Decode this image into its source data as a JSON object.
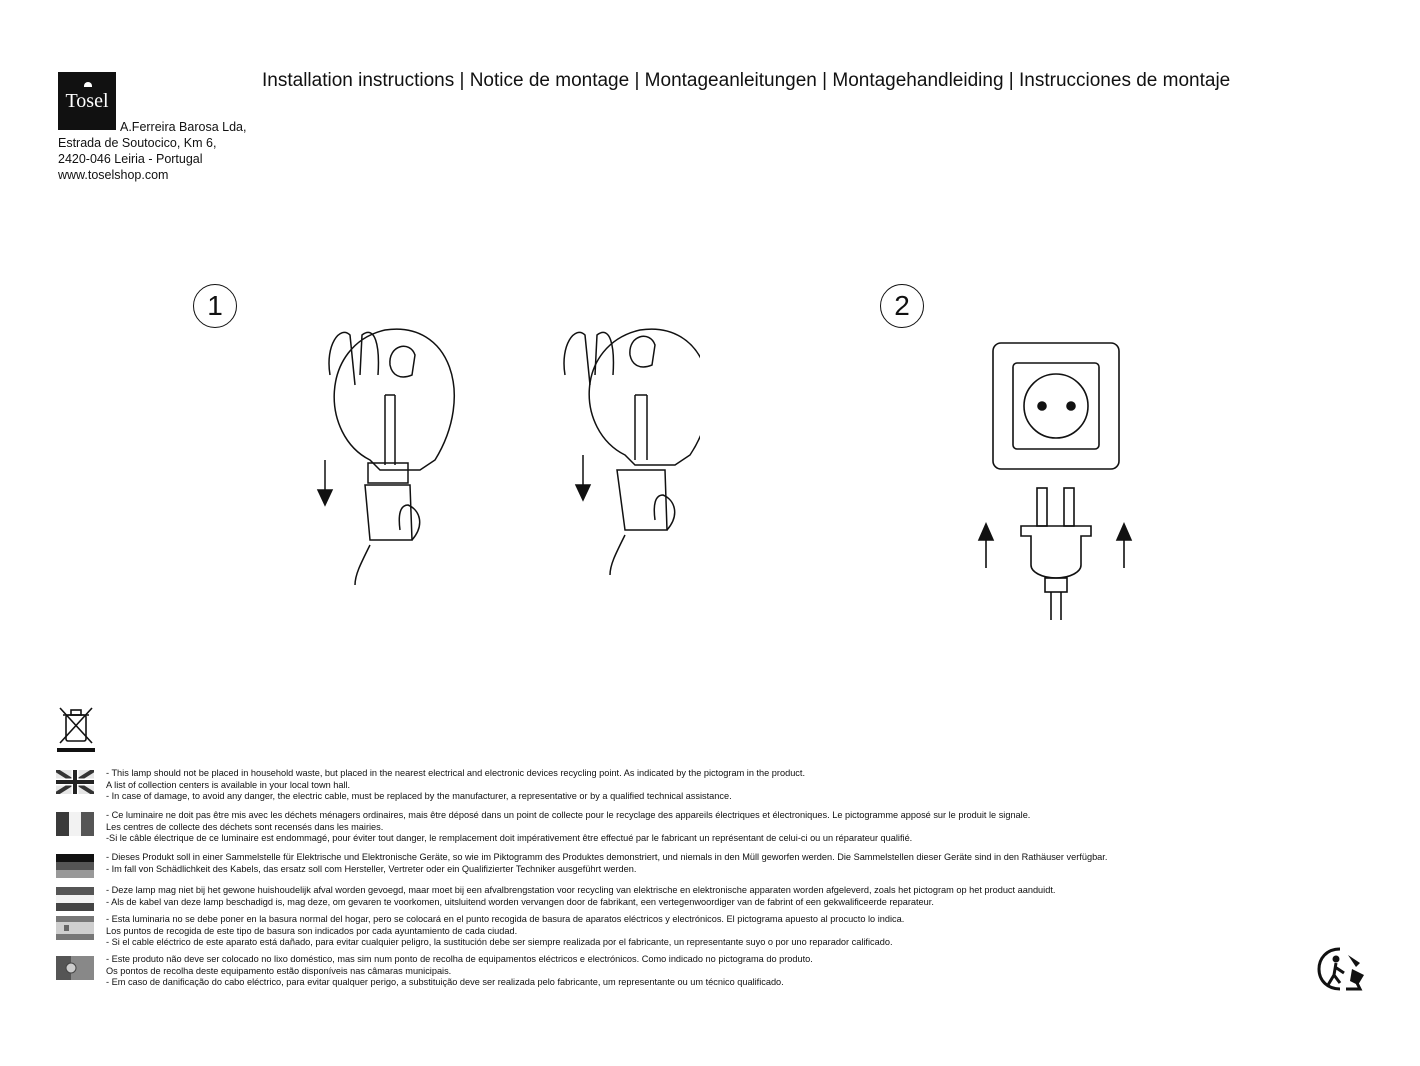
{
  "company": {
    "logo_text": "Tosel",
    "name": "A.Ferreira Barosa Lda,",
    "street": "Estrada de Soutocico, Km 6,",
    "city": "2420-046 Leiria - Portugal",
    "website": "www.toselshop.com"
  },
  "title": "Installation instructions | Notice de montage | Montageanleitungen | Montagehandleiding | Instrucciones de montaje",
  "steps": [
    {
      "number": "1",
      "illustration": "bulb-screw-in-illustration"
    },
    {
      "number": "2",
      "illustration": "plug-into-socket-illustration"
    }
  ],
  "icons": {
    "weee": "crossed-out-bin-icon",
    "recycle": "recycling-person-icon"
  },
  "languages": [
    {
      "flag": "uk-flag-icon",
      "lines": [
        "- This lamp should not be placed in household waste, but placed in the nearest electrical and electronic devices recycling point. As indicated by the pictogram in the product.",
        "A list of collection centers is available in your local town hall.",
        "- In case of damage, to avoid any danger, the electric cable, must be replaced by the manufacturer, a representative or by a qualified technical assistance."
      ]
    },
    {
      "flag": "france-flag-icon",
      "lines": [
        "- Ce luminaire ne doit pas être mis avec les déchets ménagers ordinaires, mais être déposé dans un point de collecte pour le recyclage des appareils électriques et électroniques. Le pictogramme apposé sur le produit le signale.",
        "Les centres de collecte des déchets sont recensés dans les mairies.",
        "-Si le câble électrique de ce luminaire est endommagé, pour éviter tout danger, le remplacement doit impérativement être effectué par le fabricant un représentant de celui-ci ou un réparateur qualifié."
      ]
    },
    {
      "flag": "germany-flag-icon",
      "lines": [
        "- Dieses Produkt soll in einer Sammelstelle für Elektrische und Elektronische Geräte, so wie im Piktogramm des Produktes demonstriert, und niemals in den Müll geworfen werden. Die Sammelstellen dieser Geräte sind in den Rathäuser verfügbar.",
        "- Im fall von Schädlichkeit des Kabels, das ersatz soll com Hersteller, Vertreter oder ein Qualifizierter Techniker ausgeführt werden."
      ]
    },
    {
      "flag": "netherlands-flag-icon",
      "lines": [
        "- Deze lamp mag niet bij het gewone huishoudelijk afval worden gevoegd, maar moet bij een afvalbrengstation voor recycling van elektrische en elektronische apparaten worden afgeleverd, zoals het pictogram op het product aanduidt.",
        "- Als de kabel van deze lamp beschadigd is, mag deze, om gevaren te voorkomen, uitsluitend worden vervangen door de fabrikant, een vertegenwoordiger van de fabrint of een gekwalificeerde reparateur."
      ]
    },
    {
      "flag": "spain-flag-icon",
      "lines": [
        "- Esta luminaria no se debe poner en la basura normal del hogar, pero se colocará en el punto recogida de basura de aparatos eléctricos y electrónicos. El pictograma apuesto al procucto lo indica.",
        "Los puntos de recogida de este tipo de basura son indicados por cada ayuntamiento de cada ciudad.",
        "- Si el cable eléctrico de este aparato está dañado, para evitar cualquier peligro, la sustitución debe ser siempre realizada por el fabricante, un representante suyo o por uno reparador calificado."
      ]
    },
    {
      "flag": "portugal-flag-icon",
      "lines": [
        "- Este produto não deve ser colocado no lixo doméstico, mas sim num ponto de recolha de equipamentos eléctricos e electrónicos. Como indicado no pictograma do produto.",
        "Os pontos de recolha deste equipamento estão disponíveis nas câmaras municipais.",
        "- Em caso de danificação do cabo eléctrico, para evitar qualquer perigo, a substituição deve ser realizada pelo fabricante, um representante ou um técnico qualificado."
      ]
    }
  ]
}
